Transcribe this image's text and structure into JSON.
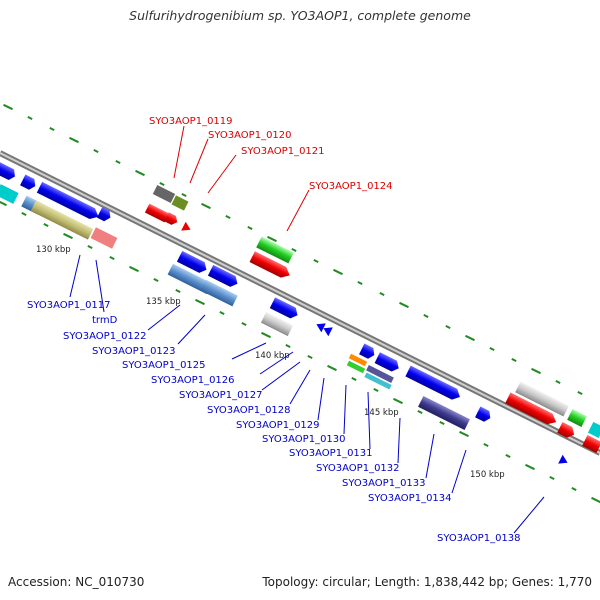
{
  "title": "Sulfurihydrogenibium sp. YO3AOP1, complete genome",
  "footer": {
    "accession": "Accession: NC_010730",
    "topology": "Topology: circular; Length: 1,838,442 bp; Genes: 1,770"
  },
  "colors": {
    "forward_gene": "#0000ee",
    "reverse_gene": "#ee0000",
    "forward_label": "#0000cc",
    "reverse_label": "#dd0000",
    "backbone": "#888888",
    "tick": "#228b22"
  },
  "kbp_markers": [
    "130 kbp",
    "135 kbp",
    "140 kbp",
    "145 kbp",
    "150 kbp"
  ],
  "labels_top": [
    "SYO3AOP1_0119",
    "SYO3AOP1_0120",
    "SYO3AOP1_0121",
    "SYO3AOP1_0124"
  ],
  "labels_bottom": [
    "SYO3AOP1_0117",
    "trmD",
    "SYO3AOP1_0122",
    "SYO3AOP1_0123",
    "SYO3AOP1_0125",
    "SYO3AOP1_0126",
    "SYO3AOP1_0127",
    "SYO3AOP1_0128",
    "SYO3AOP1_0129",
    "SYO3AOP1_0130",
    "SYO3AOP1_0131",
    "SYO3AOP1_0132",
    "SYO3AOP1_0133",
    "SYO3AOP1_0134",
    "SYO3AOP1_0138"
  ]
}
